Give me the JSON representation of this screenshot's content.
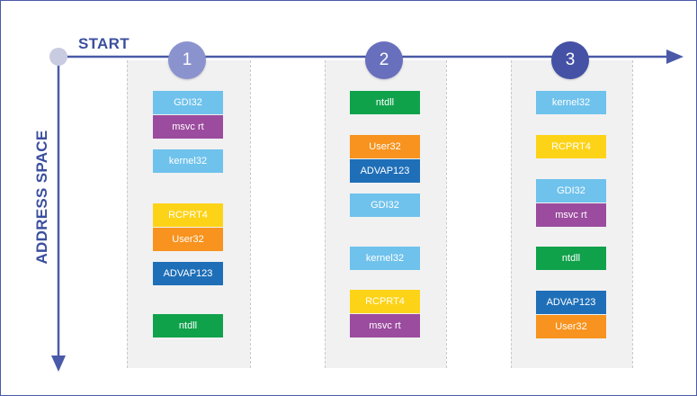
{
  "axes": {
    "horizontal_label": "START",
    "vertical_label": "ADDRESS SPACE"
  },
  "stages": [
    {
      "label": "1",
      "color": "#8b93cf"
    },
    {
      "label": "2",
      "color": "#6870bd"
    },
    {
      "label": "3",
      "color": "#4451a5"
    }
  ],
  "modules": {
    "stage_1": [
      {
        "label": "GDI32",
        "color": "#6fc2ec"
      },
      {
        "label": "msvc rt",
        "color": "#9b4c9e"
      },
      {
        "label": "kernel32",
        "color": "#6fc2ec"
      },
      {
        "label": "RCPRT4",
        "color": "#fdd317"
      },
      {
        "label": "User32",
        "color": "#f7931e"
      },
      {
        "label": "ADVAP123",
        "color": "#1f6fb8"
      },
      {
        "label": "ntdll",
        "color": "#0fa24b"
      }
    ],
    "stage_2": [
      {
        "label": "ntdll",
        "color": "#0fa24b"
      },
      {
        "label": "User32",
        "color": "#f7931e"
      },
      {
        "label": "ADVAP123",
        "color": "#1f6fb8"
      },
      {
        "label": "GDI32",
        "color": "#6fc2ec"
      },
      {
        "label": "kernel32",
        "color": "#6fc2ec"
      },
      {
        "label": "RCPRT4",
        "color": "#fdd317"
      },
      {
        "label": "msvc rt",
        "color": "#9b4c9e"
      }
    ],
    "stage_3": [
      {
        "label": "kernel32",
        "color": "#6fc2ec"
      },
      {
        "label": "RCPRT4",
        "color": "#fdd317"
      },
      {
        "label": "GDI32",
        "color": "#6fc2ec"
      },
      {
        "label": "msvc rt",
        "color": "#9b4c9e"
      },
      {
        "label": "ntdll",
        "color": "#0fa24b"
      },
      {
        "label": "ADVAP123",
        "color": "#1f6fb8"
      },
      {
        "label": "User32",
        "color": "#f7931e"
      }
    ]
  },
  "colors": {
    "axis": "#4a5aa8",
    "frame_border": "#4a5aa8",
    "column_stripe": "#f1f1f2"
  }
}
